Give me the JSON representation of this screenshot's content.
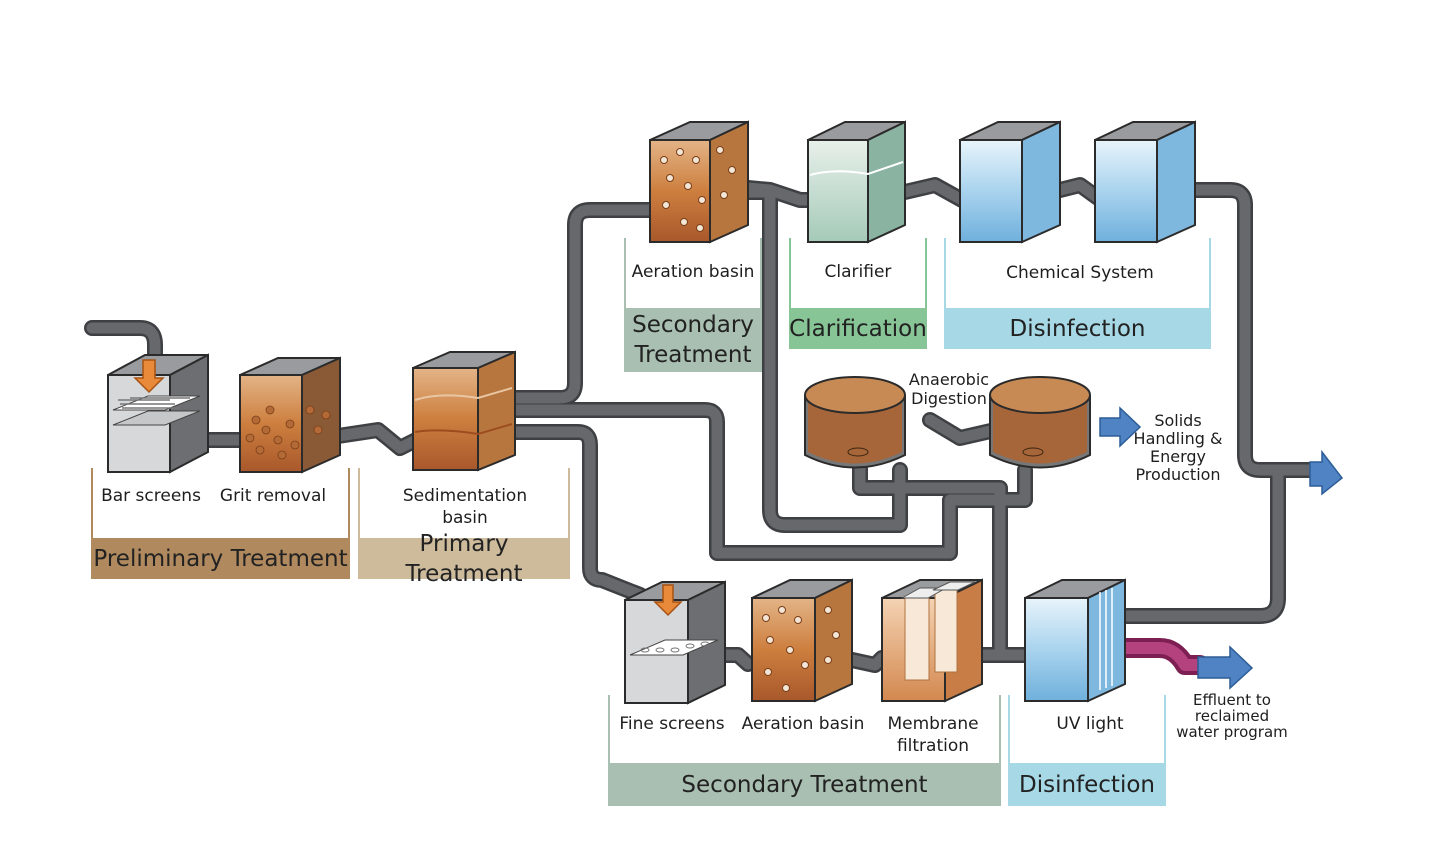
{
  "stages": {
    "preliminary": "Preliminary Treatment",
    "primary": "Primary Treatment",
    "secondary_top": "Secondary Treatment",
    "clarification": "Clarification",
    "disinfection_top": "Disinfection",
    "secondary_bottom": "Secondary Treatment",
    "disinfection_bottom": "Disinfection"
  },
  "units": {
    "bar_screens": "Bar screens",
    "grit_removal": "Grit removal",
    "sedimentation_basin": "Sedimentation basin",
    "aeration_basin_top": "Aeration basin",
    "clarifier": "Clarifier",
    "chemical_system": "Chemical System",
    "anaerobic_digestion": "Anaerobic Digestion",
    "fine_screens": "Fine screens",
    "aeration_basin_bottom": "Aeration basin",
    "membrane_filtration": "Membrane filtration",
    "uv_light": "UV light"
  },
  "outputs": {
    "solids": "Solids Handling & Energy Production",
    "effluent": "Effluent to reclaimed water program"
  },
  "colors": {
    "pipe": "#5b5c5e",
    "preliminary_bar": "#b08a5e",
    "primary_bar": "#cdbb9c",
    "secondary_bar": "#a9bfb1",
    "clarification_bar": "#88c596",
    "disinfection_bar": "#a6d8e6",
    "arrow_blue": "#4f83c3",
    "effluent_pipe": "#a3326e",
    "funnel_arrow": "#e98a3a"
  }
}
